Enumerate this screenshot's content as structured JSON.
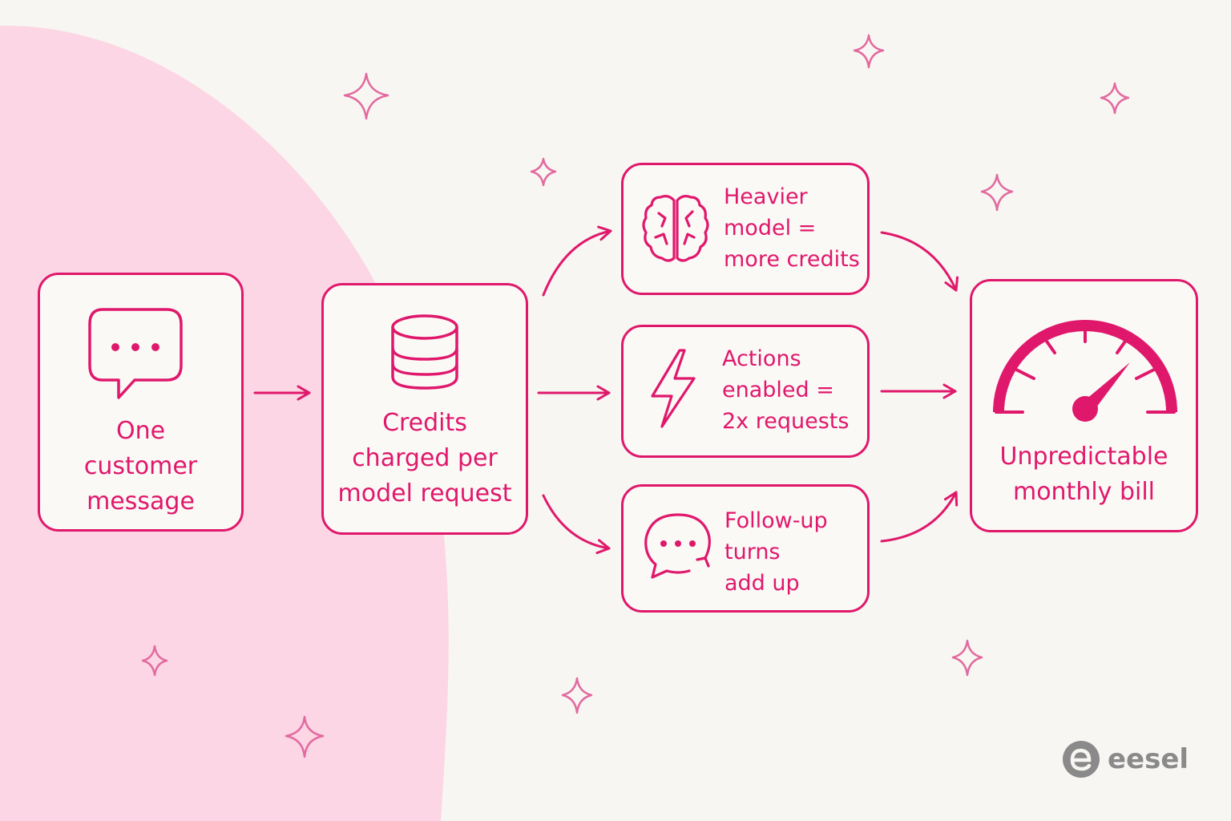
{
  "colors": {
    "accent": "#e0186c",
    "background": "#f8f6f2",
    "blob": "#fcd6e4",
    "logo": "#8a8a8a"
  },
  "nodes": {
    "message": {
      "lines": [
        "One",
        "customer",
        "message"
      ],
      "icon": "chat-bubble-icon"
    },
    "credits": {
      "lines": [
        "Credits",
        "charged per",
        "model request"
      ],
      "icon": "database-icon"
    },
    "heavier": {
      "lines": [
        "Heavier",
        "model =",
        "more credits"
      ],
      "icon": "brain-icon"
    },
    "actions": {
      "lines": [
        "Actions",
        "enabled =",
        "2x requests"
      ],
      "icon": "lightning-icon"
    },
    "followup": {
      "lines": [
        "Follow-up",
        "turns",
        "add up"
      ],
      "icon": "chat-refresh-icon"
    },
    "bill": {
      "lines": [
        "Unpredictable",
        "monthly bill"
      ],
      "icon": "gauge-icon"
    }
  },
  "logo": {
    "text": "eesel",
    "icon": "eesel-logo-icon"
  }
}
